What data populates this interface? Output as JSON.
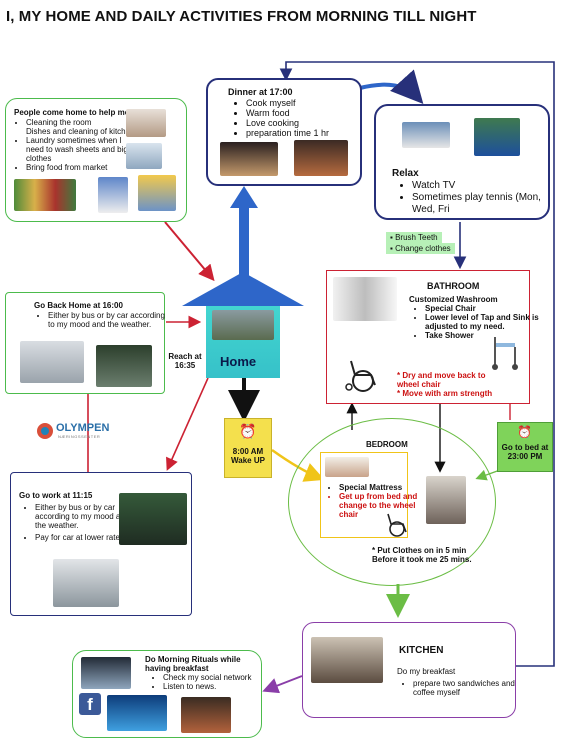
{
  "title": "I, MY HOME AND DAILY ACTIVITIES FROM MORNING TILL NIGHT",
  "help": {
    "heading": "People come home to help me for",
    "items": [
      "Cleaning the room",
      "Dishes and cleaning of kitchen",
      "Laundry sometimes when I need to wash sheets and big clothes",
      "Bring food from market"
    ]
  },
  "dinner": {
    "heading": "Dinner at 17:00",
    "items": [
      "Cook myself",
      "Warm food",
      "Love cooking",
      "preparation time 1 hr"
    ]
  },
  "relax": {
    "heading": "Relax",
    "items": [
      "Watch TV",
      "Sometimes play tennis (Mon, Wed, Fri"
    ]
  },
  "tags": [
    "Brush Teeth",
    "Change clothes"
  ],
  "bathroom": {
    "heading": "BATHROOM",
    "sub": "Customized Washroom",
    "items": [
      "Special Chair",
      "Lower level of Tap and Sink is adjusted to my need.",
      "Take Shower"
    ],
    "notes": [
      "* Dry and move back to wheel chair",
      "* Move with arm strength"
    ]
  },
  "goback": {
    "heading": "Go Back Home at 16:00",
    "items": [
      "Either by bus or by car according to my mood and the weather."
    ]
  },
  "reach": "Reach at 16:35",
  "home": "Home",
  "wakeup": "8:00 AM Wake UP",
  "olympen": {
    "name": "OLYMPEN",
    "sub": "NÆRINGSSENTER"
  },
  "gotobed": "Go to bed at 23:00 PM",
  "bedroom": {
    "heading": "BEDROOM",
    "items": [
      "Special Mattress",
      "Get up from bed and change to the wheel chair"
    ],
    "note": "* Put Clothes on in 5 min Before it took me 25 mins."
  },
  "work": {
    "heading": "Go to work at 11:15",
    "items": [
      "Either by bus or by car according to my mood and the weather.",
      "Pay for car at lower rate."
    ]
  },
  "kitchen": {
    "heading": "KITCHEN",
    "line": "Do my breakfast",
    "items": [
      "prepare two sandwiches and coffee myself"
    ]
  },
  "rituals": {
    "heading": "Do Morning Rituals while having breakfast",
    "items": [
      "Check my social network",
      "Listen to news."
    ]
  },
  "colors": {
    "green": "#4cbb4c",
    "navy": "#27307a",
    "red": "#cc2233",
    "yellow": "#f4e04d",
    "purple": "#8a3ea8",
    "blue": "#2e66c9"
  }
}
